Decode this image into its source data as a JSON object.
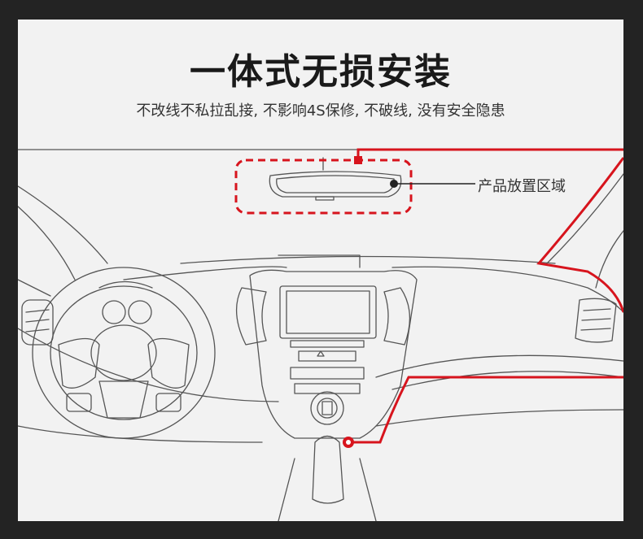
{
  "header": {
    "title": "一体式无损安装",
    "subtitle": "不改线不私拉乱接, 不影响4S保修, 不破线, 没有安全隐患"
  },
  "callout": {
    "label": "产品放置区域"
  },
  "colors": {
    "background": "#232323",
    "panel": "#f2f2f2",
    "accent_red": "#d7141d",
    "line_art": "#555555"
  }
}
